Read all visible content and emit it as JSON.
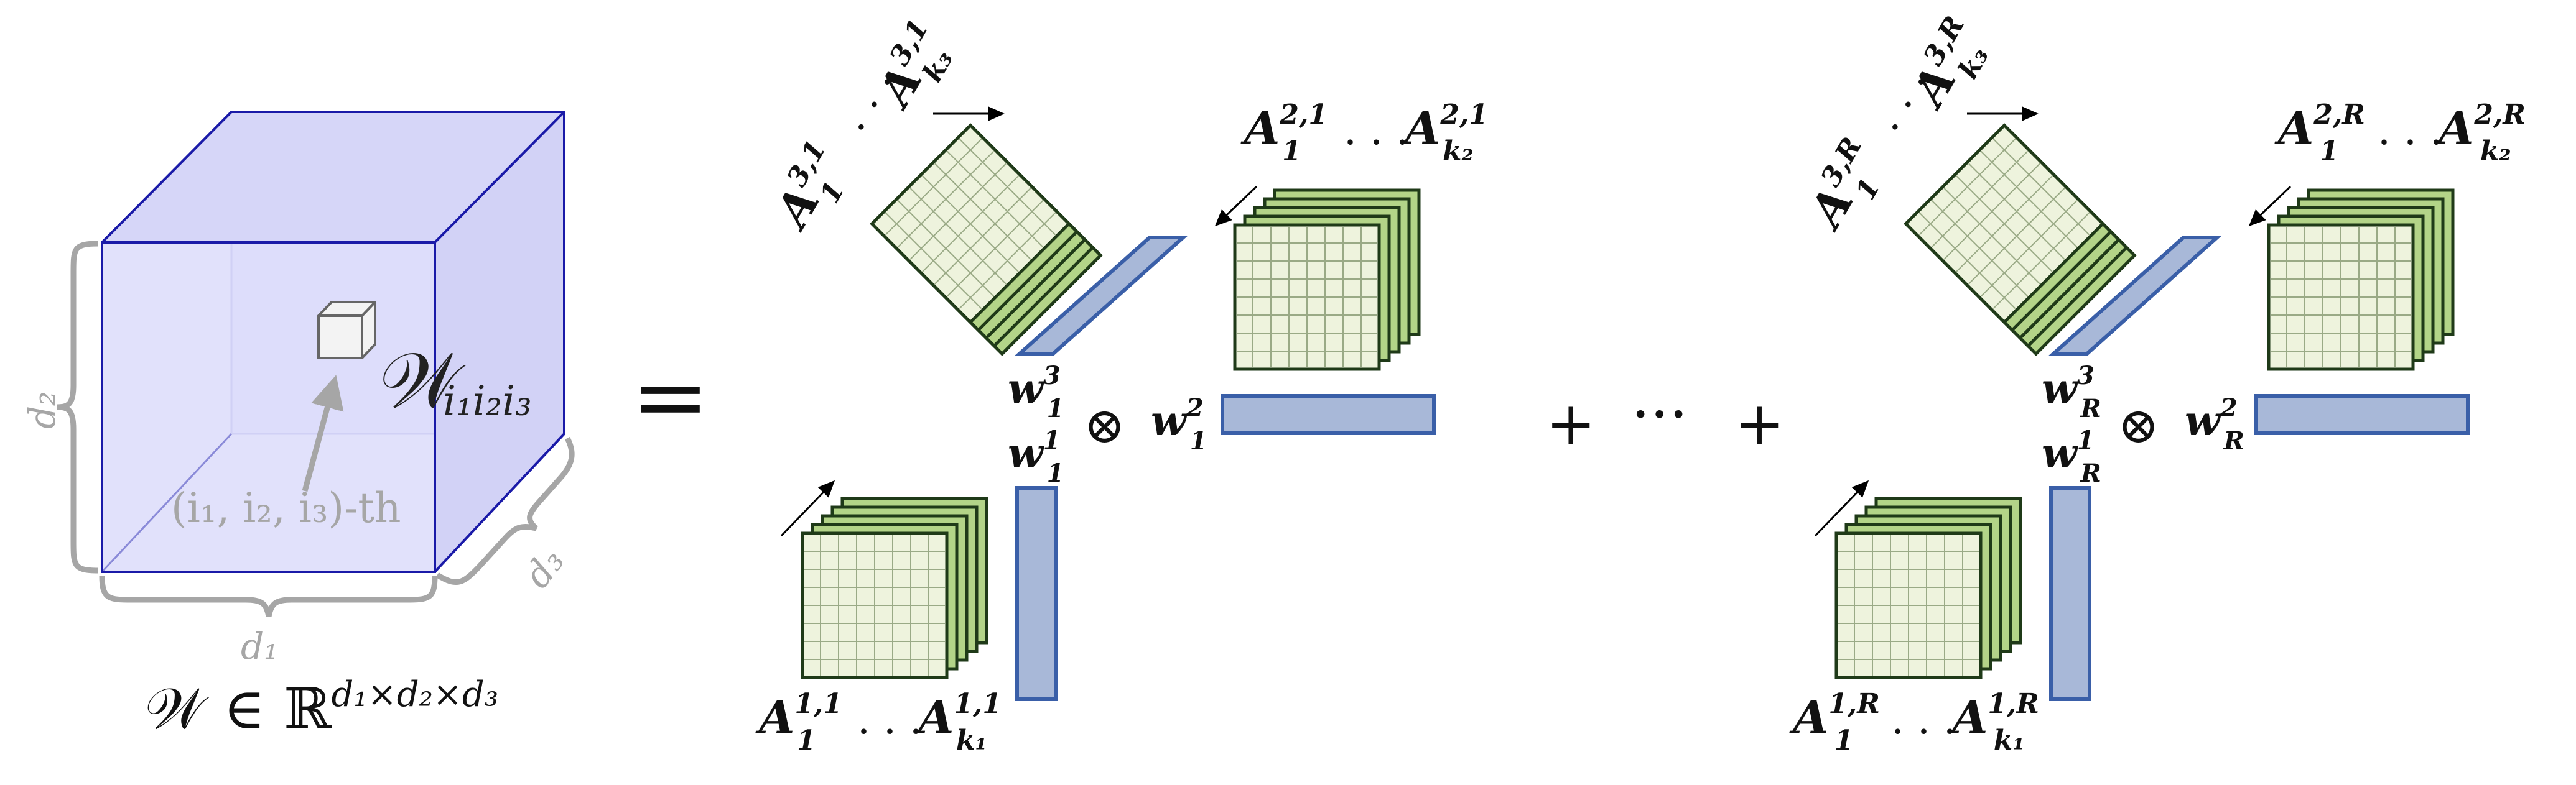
{
  "colors": {
    "cube_edge": "#1a1aa8",
    "cube_fill": "#c9c9f4",
    "brace_gray": "#a6a6a6",
    "vector_fill": "#a8b8d8",
    "vector_stroke": "#3a5fa8",
    "matrix_face": "#eef3dd",
    "matrix_back": "#b3d488",
    "matrix_stroke": "#1f3a18",
    "grid_line": "#9aaa86"
  },
  "tensor": {
    "element_label": "𝒲",
    "element_subscript": "i₁i₂i₃",
    "index_label": "(i₁, i₂, i₃)-th",
    "dim1": "d₁",
    "dim2": "d₂",
    "dim3": "d₃",
    "caption_lhs": "𝒲 ∈ ℝ",
    "caption_sup": "d₁×d₂×d₃"
  },
  "equals": "=",
  "plus1": "+",
  "ellipsis": "···",
  "plus2": "+",
  "term1": {
    "a3_label": "A₁³'¹ . . . A_k₃³'¹",
    "a3_first": "A",
    "a3_first_sup": "3,1",
    "a3_first_sub": "1",
    "a3_dots": ". . .",
    "a3_last": "A",
    "a3_last_sup": "3,1",
    "a3_last_sub": "k₃",
    "a2_first": "A",
    "a2_first_sup": "2,1",
    "a2_first_sub": "1",
    "a2_dots": ". . .",
    "a2_last": "A",
    "a2_last_sup": "2,1",
    "a2_last_sub": "k₂",
    "a1_first": "A",
    "a1_first_sup": "1,1",
    "a1_first_sub": "1",
    "a1_dots": ". . .",
    "a1_last": "A",
    "a1_last_sup": "1,1",
    "a1_last_sub": "k₁",
    "w3": "w",
    "w3_sup": "3",
    "w3_sub": "1",
    "w2": "w",
    "w2_sup": "2",
    "w2_sub": "1",
    "w1": "w",
    "w1_sup": "1",
    "w1_sub": "1",
    "otimes": "⊗"
  },
  "termR": {
    "a3_first": "A",
    "a3_first_sup": "3,R",
    "a3_first_sub": "1",
    "a3_dots": ". . .",
    "a3_last": "A",
    "a3_last_sup": "3,R",
    "a3_last_sub": "k₃",
    "a2_first": "A",
    "a2_first_sup": "2,R",
    "a2_first_sub": "1",
    "a2_dots": ". . .",
    "a2_last": "A",
    "a2_last_sup": "2,R",
    "a2_last_sub": "k₂",
    "a1_first": "A",
    "a1_first_sup": "1,R",
    "a1_first_sub": "1",
    "a1_dots": ". . .",
    "a1_last": "A",
    "a1_last_sup": "1,R",
    "a1_last_sub": "k₁",
    "w3": "w",
    "w3_sup": "3",
    "w3_sub": "R",
    "w2": "w",
    "w2_sup": "2",
    "w2_sub": "R",
    "w1": "w",
    "w1_sup": "1",
    "w1_sub": "R",
    "otimes": "⊗"
  }
}
